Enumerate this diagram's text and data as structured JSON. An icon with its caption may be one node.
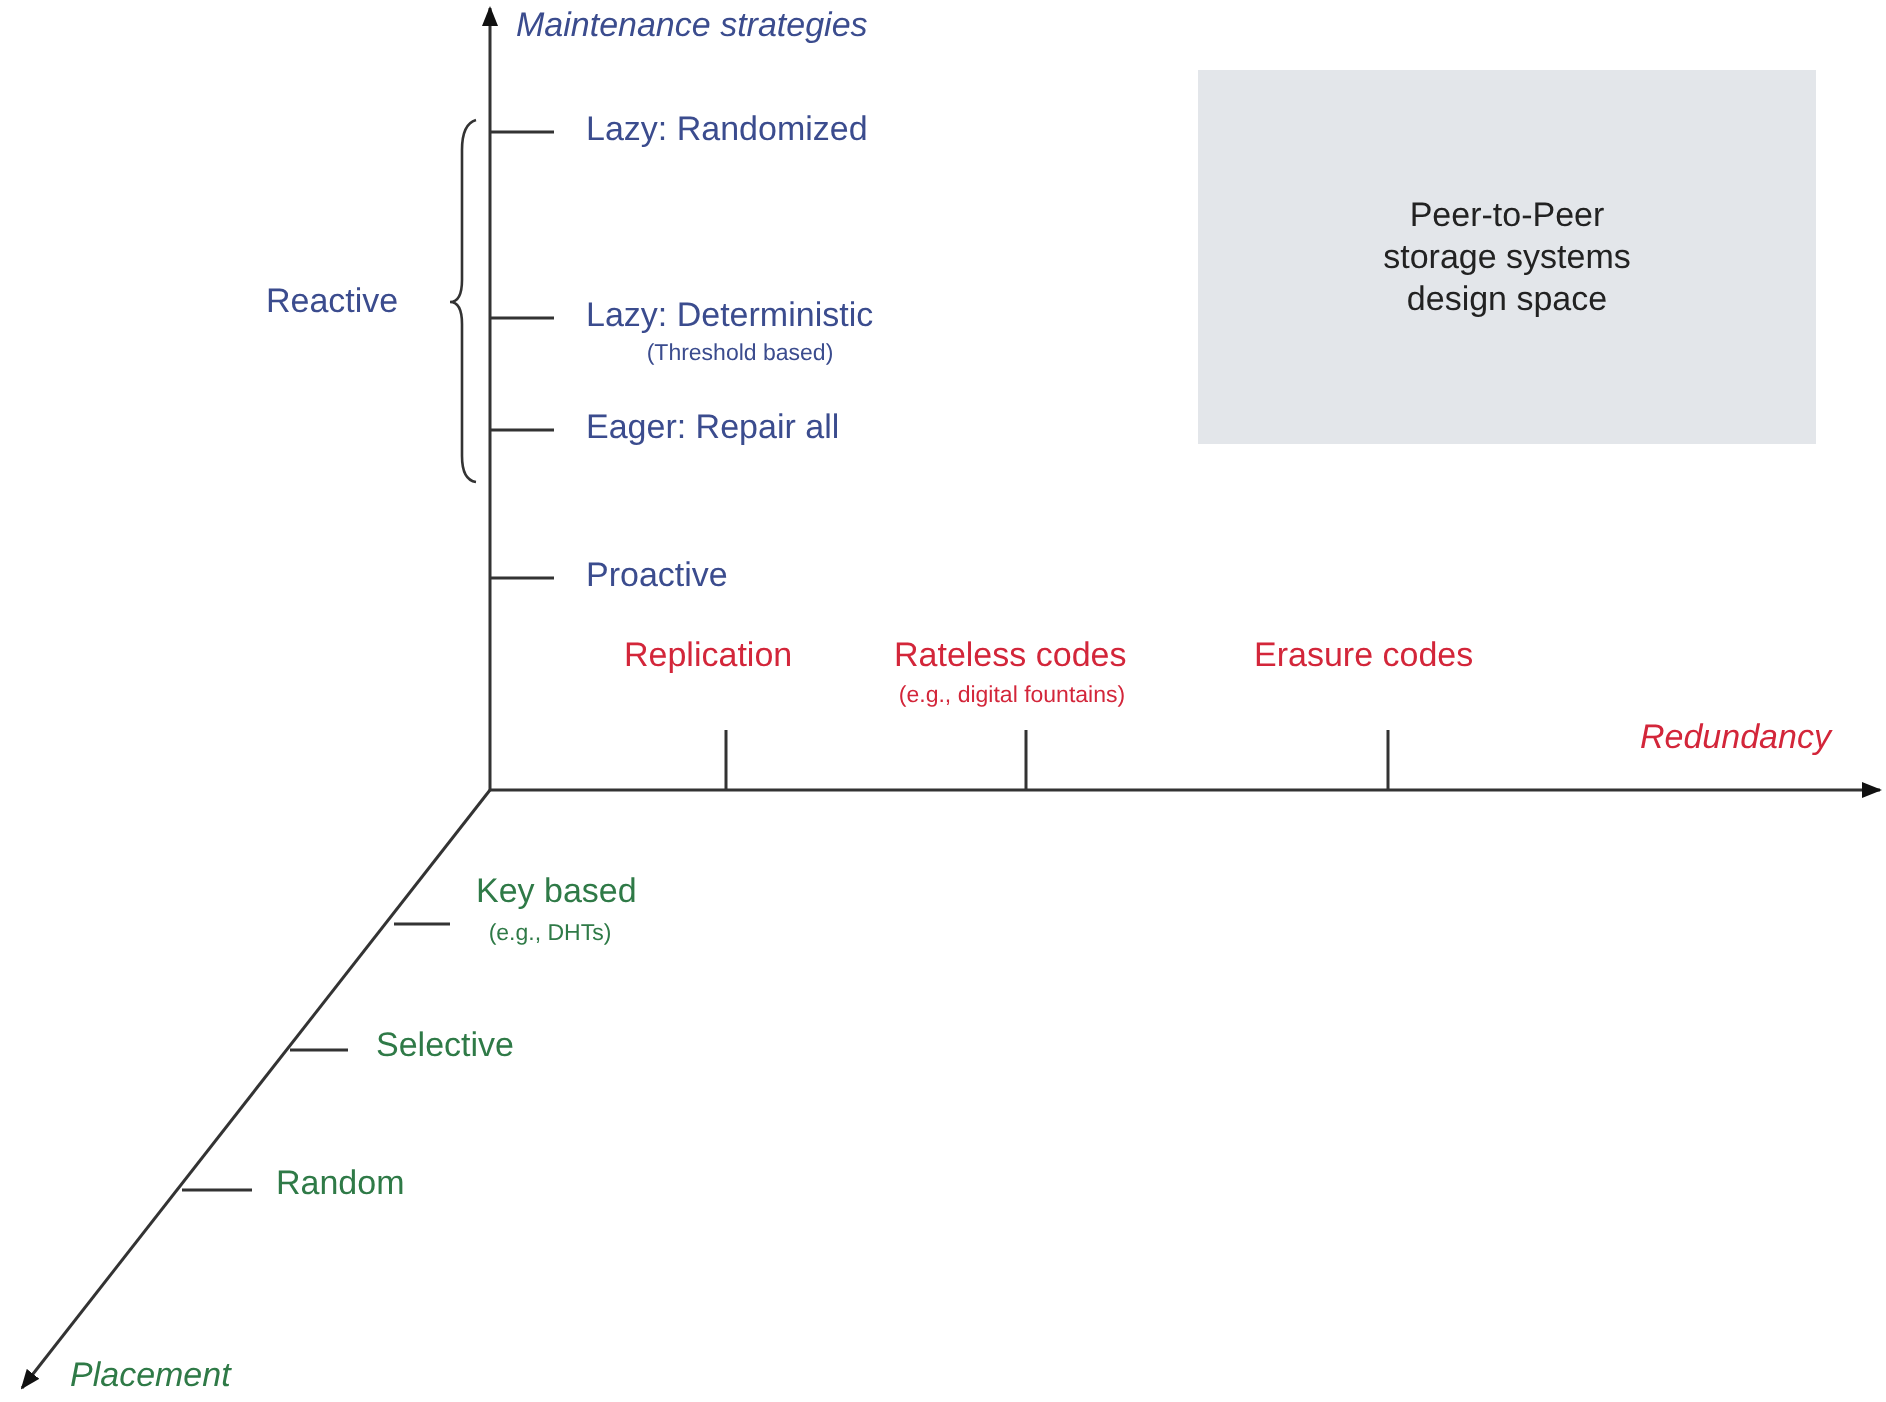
{
  "diagram": {
    "nodes": [
      {
        "text": [
          "Peer-to-Peer storage systems design space"
        ]
      }
    ],
    "labels": [
      "Maintenance strategies",
      "Lazy: Randomized",
      "Reactive",
      "Lazy: Deterministic",
      "(Threshold based)",
      "Eager: Repair all",
      "Proactive",
      "Replication",
      "Rateless codes",
      "(e.g., digital fountains)",
      "Erasure codes",
      "Redundancy",
      "Key based",
      "(e.g., DHTs)",
      "Selective",
      "Random",
      "Placement"
    ]
  }
}
